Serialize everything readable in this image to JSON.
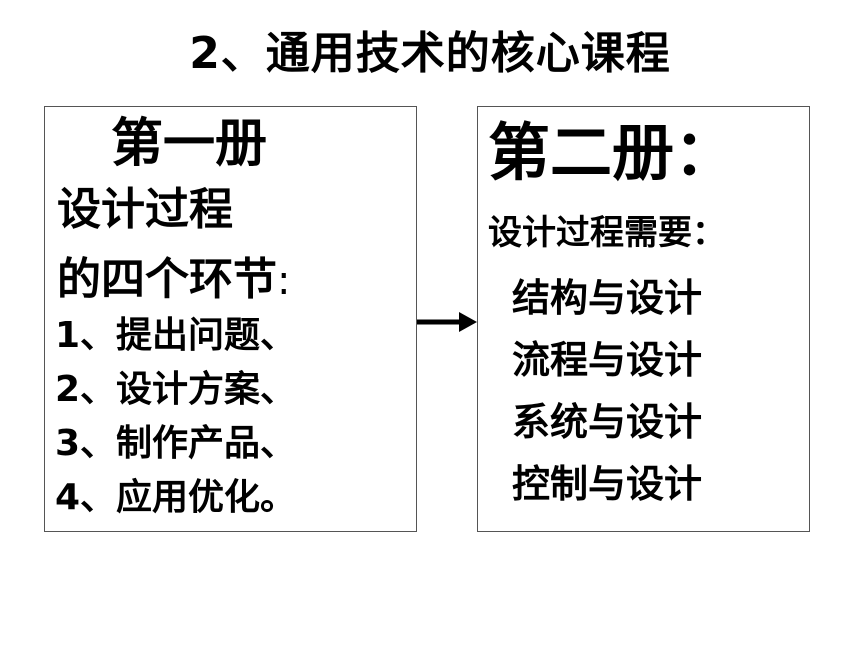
{
  "slide": {
    "title": "2、通用技术的核心课程",
    "book1": {
      "heading": "第一册",
      "subtitle_line1": "设计过程",
      "subtitle_line2": "的四个环节",
      "colon": ":",
      "steps": [
        "1、提出问题、",
        "2、设计方案、",
        "3、制作产品、",
        "4、应用优化。"
      ]
    },
    "book2": {
      "heading": "第二册：",
      "subtitle": "设计过程需要：",
      "topics": [
        "结构与设计",
        "流程与设计",
        "系统与设计",
        "控制与设计"
      ]
    }
  }
}
